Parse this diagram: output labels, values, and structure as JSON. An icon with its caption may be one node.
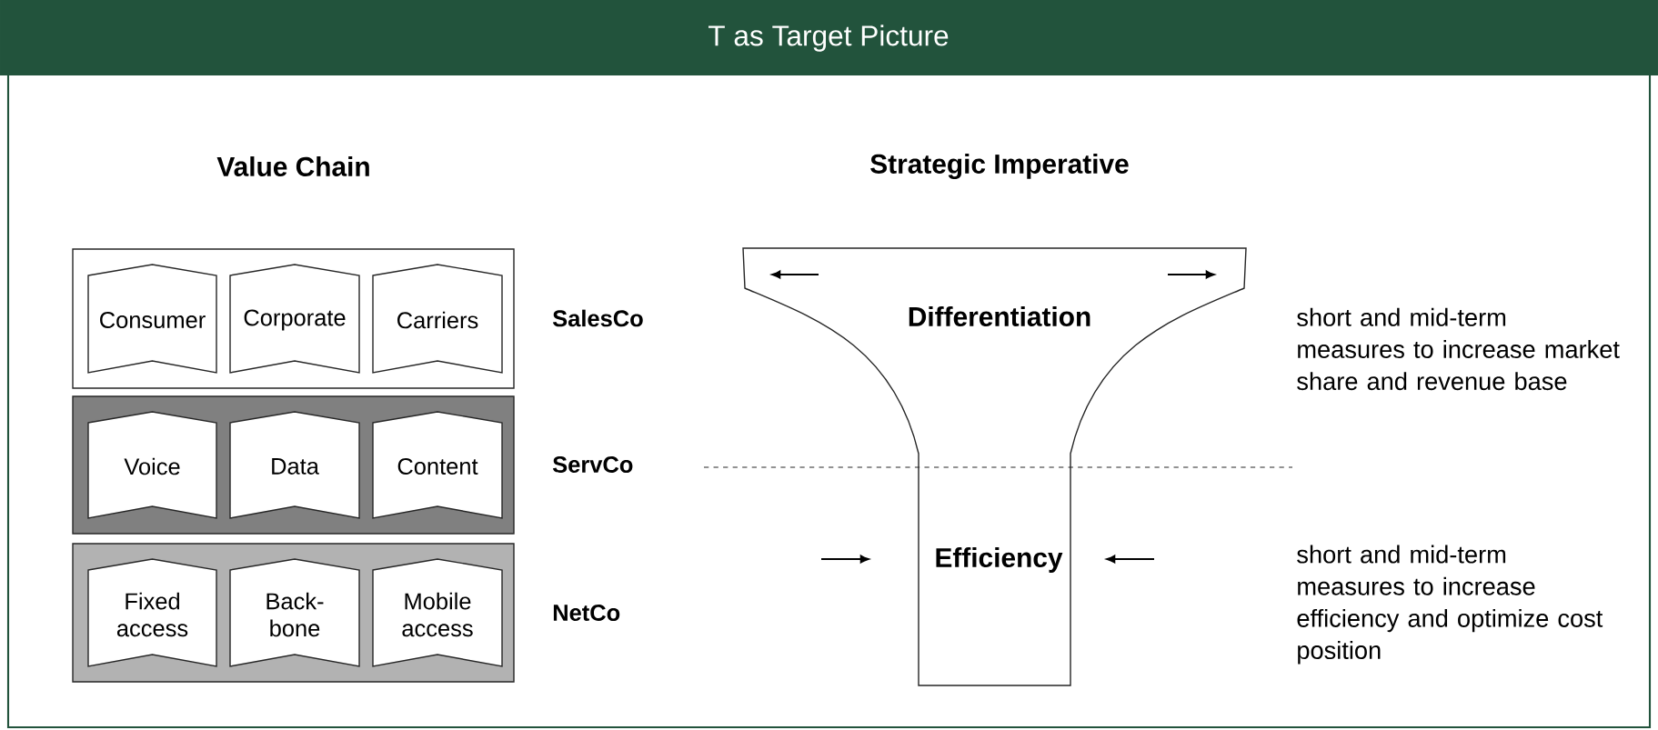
{
  "diagram": {
    "title": "T as Target Picture",
    "nodes": [
      {
        "text": [],
        "shape": "box",
        "beside": [
          "SalesCo"
        ]
      },
      {
        "text": [
          "Consumer"
        ],
        "in": 0
      },
      {
        "text": [
          "Corporate"
        ],
        "in": 0
      },
      {
        "text": [
          "Carriers"
        ],
        "in": 0
      },
      {
        "text": [],
        "shape": "box",
        "beside": [
          "ServCo"
        ]
      },
      {
        "text": [
          "Voice"
        ],
        "in": 4
      },
      {
        "text": [
          "Data"
        ],
        "in": 4
      },
      {
        "text": [
          "Content"
        ],
        "in": 4
      },
      {
        "text": [],
        "shape": "box",
        "beside": [
          "NetCo"
        ]
      },
      {
        "text": [
          "Fixed access"
        ],
        "in": 8
      },
      {
        "text": [
          "Back- bone"
        ],
        "in": 8
      },
      {
        "text": [
          "Mobile access"
        ],
        "in": 8
      },
      {
        "text": [
          "Differentiation",
          "Efficiency"
        ]
      }
    ],
    "labels": [
      "Value Chain",
      "Strategic Imperative",
      "short and mid-term measures to increase market share and revenue base",
      "short and mid-term measures to increase efficiency and optimize cost position"
    ]
  }
}
